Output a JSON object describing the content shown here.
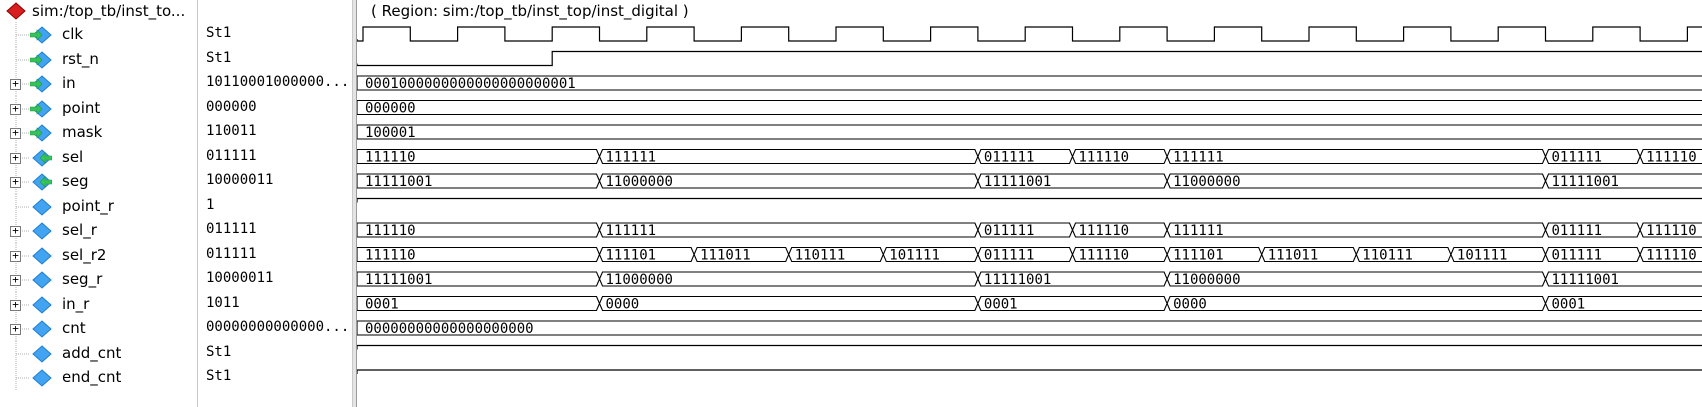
{
  "group_path": "sim:/top_tb/inst_to...",
  "region_label": "( Region: sim:/top_tb/inst_top/inst_digital )",
  "wave_color": "#000000",
  "signals": [
    {
      "name": "clk",
      "value": "St1",
      "expandable": false,
      "dir": "in",
      "wave": {
        "type": "clock"
      }
    },
    {
      "name": "rst_n",
      "value": "St1",
      "expandable": false,
      "dir": "in",
      "wave": {
        "type": "step",
        "change_cycle": 4
      }
    },
    {
      "name": "in",
      "value": "10110001000000...",
      "expandable": true,
      "dir": "in",
      "wave": {
        "type": "bus",
        "segments": [
          {
            "start": 0,
            "label": "0001000000000000000000001"
          }
        ]
      }
    },
    {
      "name": "point",
      "value": "000000",
      "expandable": true,
      "dir": "in",
      "wave": {
        "type": "bus",
        "segments": [
          {
            "start": 0,
            "label": "000000"
          }
        ]
      }
    },
    {
      "name": "mask",
      "value": "110011",
      "expandable": true,
      "dir": "in",
      "wave": {
        "type": "bus",
        "segments": [
          {
            "start": 0,
            "label": "100001"
          }
        ]
      }
    },
    {
      "name": "sel",
      "value": "011111",
      "expandable": true,
      "dir": "out",
      "wave": {
        "type": "bus",
        "segments": [
          {
            "start": 0,
            "label": "111110"
          },
          {
            "start": 5,
            "label": "111111"
          },
          {
            "start": 13,
            "label": "011111"
          },
          {
            "start": 15,
            "label": "111110"
          },
          {
            "start": 17,
            "label": "111111"
          },
          {
            "start": 25,
            "label": "011111"
          },
          {
            "start": 27,
            "label": "111110"
          }
        ]
      }
    },
    {
      "name": "seg",
      "value": "10000011",
      "expandable": true,
      "dir": "out",
      "wave": {
        "type": "bus",
        "segments": [
          {
            "start": 0,
            "label": "11111001"
          },
          {
            "start": 5,
            "label": "11000000"
          },
          {
            "start": 13,
            "label": "11111001"
          },
          {
            "start": 17,
            "label": "11000000"
          },
          {
            "start": 25,
            "label": "11111001"
          }
        ]
      }
    },
    {
      "name": "point_r",
      "value": "1",
      "expandable": false,
      "dir": "internal",
      "wave": {
        "type": "high"
      }
    },
    {
      "name": "sel_r",
      "value": "011111",
      "expandable": true,
      "dir": "internal",
      "wave": {
        "type": "bus",
        "segments": [
          {
            "start": 0,
            "label": "111110"
          },
          {
            "start": 5,
            "label": "111111"
          },
          {
            "start": 13,
            "label": "011111"
          },
          {
            "start": 15,
            "label": "111110"
          },
          {
            "start": 17,
            "label": "111111"
          },
          {
            "start": 25,
            "label": "011111"
          },
          {
            "start": 27,
            "label": "111110"
          }
        ]
      }
    },
    {
      "name": "sel_r2",
      "value": "011111",
      "expandable": true,
      "dir": "internal",
      "wave": {
        "type": "bus",
        "segments": [
          {
            "start": 0,
            "label": "111110"
          },
          {
            "start": 5,
            "label": "111101"
          },
          {
            "start": 7,
            "label": "111011"
          },
          {
            "start": 9,
            "label": "110111"
          },
          {
            "start": 11,
            "label": "101111"
          },
          {
            "start": 13,
            "label": "011111"
          },
          {
            "start": 15,
            "label": "111110"
          },
          {
            "start": 17,
            "label": "111101"
          },
          {
            "start": 19,
            "label": "111011"
          },
          {
            "start": 21,
            "label": "110111"
          },
          {
            "start": 23,
            "label": "101111"
          },
          {
            "start": 25,
            "label": "011111"
          },
          {
            "start": 27,
            "label": "111110"
          }
        ]
      }
    },
    {
      "name": "seg_r",
      "value": "10000011",
      "expandable": true,
      "dir": "internal",
      "wave": {
        "type": "bus",
        "segments": [
          {
            "start": 0,
            "label": "11111001"
          },
          {
            "start": 5,
            "label": "11000000"
          },
          {
            "start": 13,
            "label": "11111001"
          },
          {
            "start": 17,
            "label": "11000000"
          },
          {
            "start": 25,
            "label": "11111001"
          }
        ]
      }
    },
    {
      "name": "in_r",
      "value": "1011",
      "expandable": true,
      "dir": "internal",
      "wave": {
        "type": "bus",
        "segments": [
          {
            "start": 0,
            "label": "0001"
          },
          {
            "start": 5,
            "label": "0000"
          },
          {
            "start": 13,
            "label": "0001"
          },
          {
            "start": 17,
            "label": "0000"
          },
          {
            "start": 25,
            "label": "0001"
          }
        ]
      }
    },
    {
      "name": "cnt",
      "value": "00000000000000...",
      "expandable": true,
      "dir": "internal",
      "wave": {
        "type": "bus",
        "segments": [
          {
            "start": 0,
            "label": "00000000000000000000"
          }
        ]
      }
    },
    {
      "name": "add_cnt",
      "value": "St1",
      "expandable": false,
      "dir": "internal",
      "wave": {
        "type": "high"
      }
    },
    {
      "name": "end_cnt",
      "value": "St1",
      "expandable": false,
      "dir": "internal",
      "wave": {
        "type": "high"
      }
    }
  ]
}
